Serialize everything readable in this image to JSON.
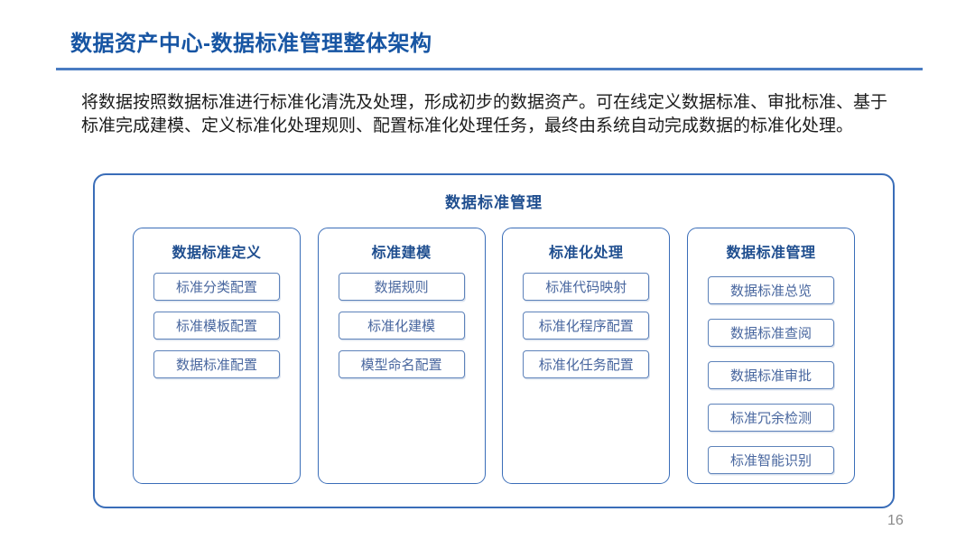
{
  "slide": {
    "title": "数据资产中心-数据标准管理整体架构",
    "description": "将数据按照数据标准进行标准化清洗及处理，形成初步的数据资产。可在线定义数据标准、审批标准、基于标准完成建模、定义标准化处理规则、配置标准化处理任务，最终由系统自动完成数据的标准化处理。",
    "page_number": "16"
  },
  "diagram": {
    "title": "数据标准管理",
    "groups": [
      {
        "header": "数据标准定义",
        "items": [
          "标准分类配置",
          "标准模板配置",
          "数据标准配置"
        ]
      },
      {
        "header": "标准建模",
        "items": [
          "数据规则",
          "标准化建模",
          "模型命名配置"
        ]
      },
      {
        "header": "标准化处理",
        "items": [
          "标准代码映射",
          "标准化程序配置",
          "标准化任务配置"
        ]
      },
      {
        "header": "数据标准管理",
        "items": [
          "数据标准总览",
          "数据标准查阅",
          "数据标准审批",
          "标准冗余检测",
          "标准智能识别"
        ]
      }
    ]
  },
  "colors": {
    "title_blue": "#1755A3",
    "rule_blue": "#4A7CC2",
    "header_blue": "#1F4E8F",
    "item_text_blue": "#49679F",
    "border_blue": "#3A6DB8",
    "item_border_blue": "#5D82BA",
    "body_text": "#1B1B1B",
    "page_number_gray": "#8A8A8A"
  }
}
